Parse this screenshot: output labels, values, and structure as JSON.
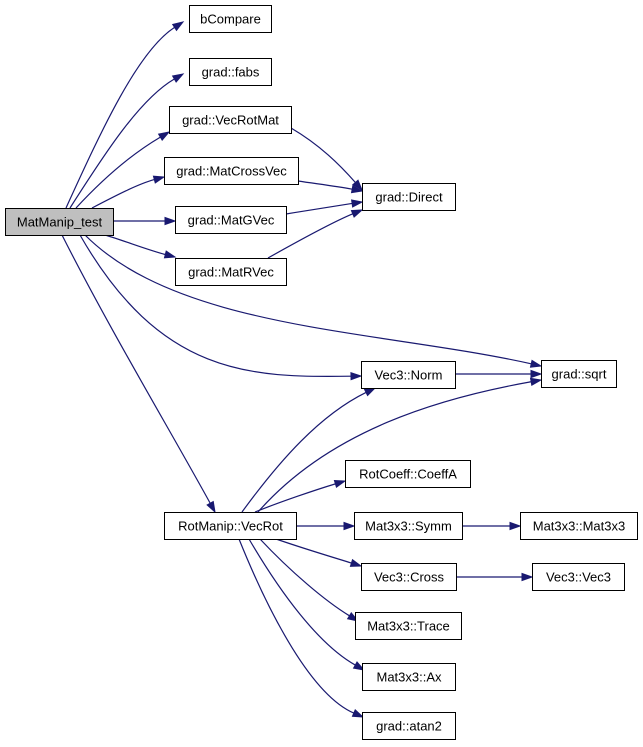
{
  "graph": {
    "nodes": [
      {
        "id": "root",
        "label": "MatManip_test",
        "root": true
      },
      {
        "id": "bcompare",
        "label": "bCompare"
      },
      {
        "id": "fabs",
        "label": "grad::fabs"
      },
      {
        "id": "vecrotmat",
        "label": "grad::VecRotMat"
      },
      {
        "id": "matcrossvec",
        "label": "grad::MatCrossVec"
      },
      {
        "id": "direct",
        "label": "grad::Direct"
      },
      {
        "id": "matgvec",
        "label": "grad::MatGVec"
      },
      {
        "id": "matrvec",
        "label": "grad::MatRVec"
      },
      {
        "id": "sqrt",
        "label": "grad::sqrt"
      },
      {
        "id": "norm",
        "label": "Vec3::Norm"
      },
      {
        "id": "coeffa",
        "label": "RotCoeff::CoeffA"
      },
      {
        "id": "vecrot",
        "label": "RotManip::VecRot"
      },
      {
        "id": "symm",
        "label": "Mat3x3::Symm"
      },
      {
        "id": "mat3x3",
        "label": "Mat3x3::Mat3x3"
      },
      {
        "id": "cross",
        "label": "Vec3::Cross"
      },
      {
        "id": "vec3",
        "label": "Vec3::Vec3"
      },
      {
        "id": "trace",
        "label": "Mat3x3::Trace"
      },
      {
        "id": "ax",
        "label": "Mat3x3::Ax"
      },
      {
        "id": "atan2",
        "label": "grad::atan2"
      }
    ],
    "edges": [
      {
        "from": "root",
        "to": "bcompare"
      },
      {
        "from": "root",
        "to": "fabs"
      },
      {
        "from": "root",
        "to": "vecrotmat"
      },
      {
        "from": "root",
        "to": "matcrossvec"
      },
      {
        "from": "root",
        "to": "matgvec"
      },
      {
        "from": "root",
        "to": "matrvec"
      },
      {
        "from": "root",
        "to": "sqrt"
      },
      {
        "from": "root",
        "to": "norm"
      },
      {
        "from": "root",
        "to": "vecrot"
      },
      {
        "from": "vecrotmat",
        "to": "direct"
      },
      {
        "from": "matcrossvec",
        "to": "direct"
      },
      {
        "from": "matgvec",
        "to": "direct"
      },
      {
        "from": "matrvec",
        "to": "direct"
      },
      {
        "from": "norm",
        "to": "sqrt"
      },
      {
        "from": "vecrot",
        "to": "norm"
      },
      {
        "from": "vecrot",
        "to": "sqrt"
      },
      {
        "from": "vecrot",
        "to": "coeffa"
      },
      {
        "from": "vecrot",
        "to": "symm"
      },
      {
        "from": "vecrot",
        "to": "cross"
      },
      {
        "from": "vecrot",
        "to": "trace"
      },
      {
        "from": "vecrot",
        "to": "ax"
      },
      {
        "from": "vecrot",
        "to": "atan2"
      },
      {
        "from": "symm",
        "to": "mat3x3"
      },
      {
        "from": "cross",
        "to": "vec3"
      }
    ]
  },
  "colors": {
    "edge": "#191970",
    "node_fill": "#ffffff",
    "root_fill": "#bfbfbf",
    "border": "#000000",
    "text": "#000000"
  }
}
